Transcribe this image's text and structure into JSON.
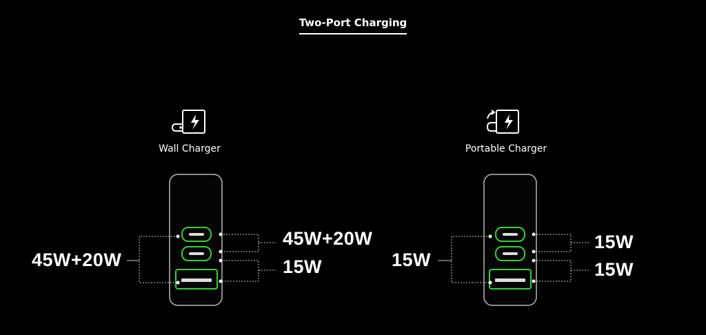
{
  "title": "Two-Port Charging",
  "wall": {
    "caption": "Wall Charger",
    "left_label": "45W+20W",
    "right_labels": [
      "45W+20W",
      "15W"
    ]
  },
  "portable": {
    "caption": "Portable Charger",
    "left_label": "15W",
    "right_labels": [
      "15W",
      "15W"
    ]
  },
  "colors": {
    "accent": "#2fd32f",
    "line": "#cccccc",
    "body": "#b8b8b8"
  },
  "icons": [
    "wall-plug-lightning-icon",
    "portable-lightning-icon"
  ]
}
